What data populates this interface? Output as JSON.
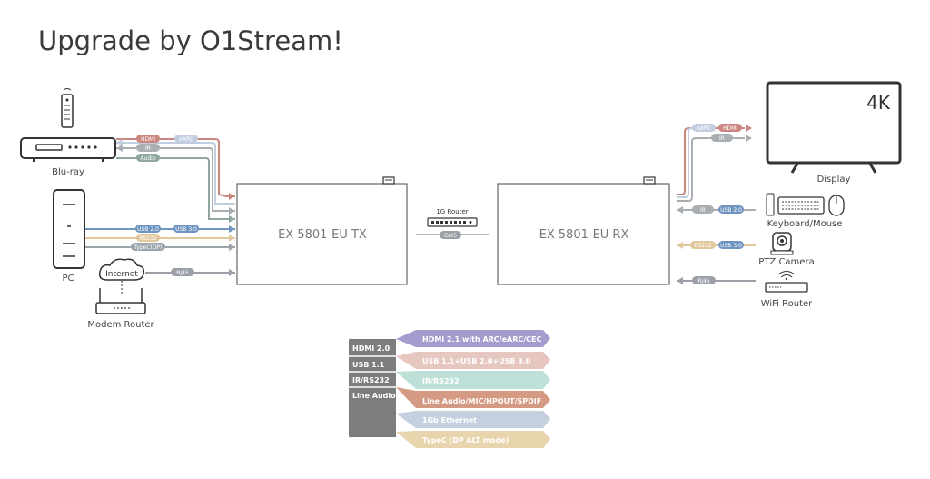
{
  "title": "Upgrade by O1Stream!",
  "devices": {
    "bluray": "Blu-ray",
    "pc": "PC",
    "internet": "Internet",
    "modem": "Modem Router",
    "display": "Display",
    "display_res": "4K",
    "keyboard": "Keyboard/Mouse",
    "ptz": "PTZ Camera",
    "wifi": "WiFi Router"
  },
  "boxes": {
    "tx": "EX-5801-EU TX",
    "rx": "EX-5801-EU RX",
    "router": "1G Router",
    "cable": "Cat5"
  },
  "tags": {
    "hdmi_l": "HDMI",
    "earc_l": "eARC",
    "ir_l": "IR",
    "audio_l": "Audio",
    "usb2_l": "USB 2.0",
    "usb3_l": "USB 3.0",
    "rs232_l": "RS232",
    "typec_l": "TypeC(DP)",
    "rj45_l": "RJ45",
    "earc_r": "eARC",
    "hdmi_r": "HDMI",
    "ir_r": "IR",
    "ir_r2": "IR",
    "usb2_r": "USB 2.0",
    "rs232_r": "RS232",
    "usb3_r": "USB 3.0",
    "rj45_r": "RJ45"
  },
  "legend": {
    "left": [
      "HDMI 2.0",
      "USB 1.1",
      "IR/RS232",
      "Line Audio"
    ],
    "right": [
      "HDMI 2.1 with ARC/eARC/CEC",
      "USB 1.1+USB 2.0+USB 3.0",
      "IR/RS232",
      "Line Audio/MIC/HPOUT/SPDIF",
      "1Gb Ethernet",
      "TypeC (DP ALT mode)"
    ],
    "right_colors": [
      "#a59ccd",
      "#e6c7c0",
      "#bfe0d8",
      "#d49a83",
      "#c5d0de",
      "#e8d4ad"
    ]
  },
  "colors": {
    "hdmi": "#c9857e",
    "earc": "#c3cde0",
    "ir": "#a9aeb3",
    "audio": "#8fa79e",
    "usb": "#6f94c0",
    "rs232": "#e0c89c",
    "typec": "#9ba5aa",
    "rj45": "#9aa0a6",
    "legend_gray": "#7d7d7d"
  }
}
